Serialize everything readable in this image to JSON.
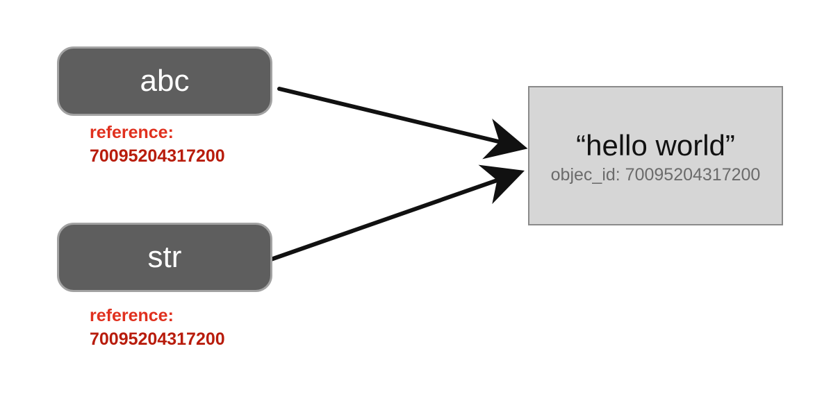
{
  "variables": [
    {
      "name": "abc",
      "reference_label": "reference:",
      "reference_value": "70095204317200"
    },
    {
      "name": "str",
      "reference_label": "reference:",
      "reference_value": "70095204317200"
    }
  ],
  "object": {
    "value": "“hello world”",
    "id_text": "objec_id: 70095204317200"
  },
  "colors": {
    "variable_fill": "#5e5e5e",
    "variable_border": "#a2a2a2",
    "reference_label": "#e0301e",
    "reference_value": "#b81c0c",
    "object_fill": "#d6d6d6",
    "object_border": "#8a8a8a",
    "arrow": "#111111"
  }
}
